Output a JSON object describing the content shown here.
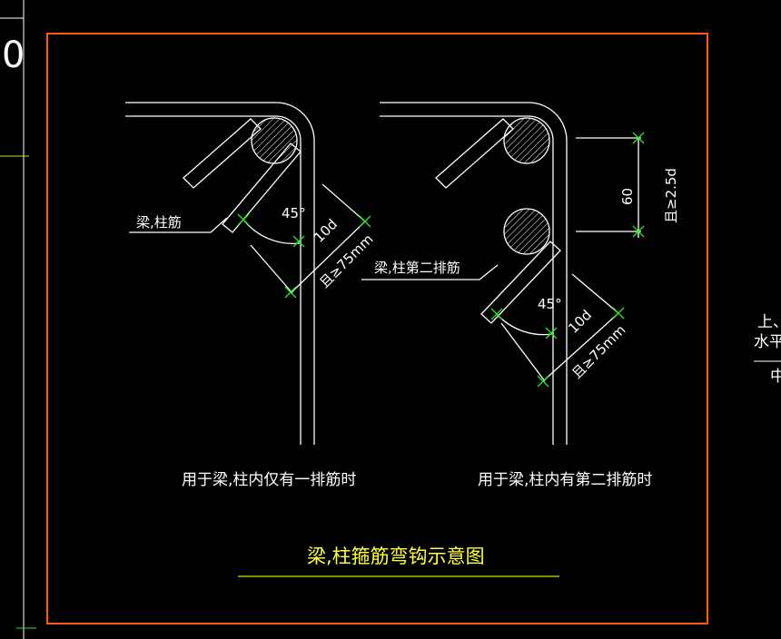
{
  "title": "梁,柱箍筋弯钩示意图",
  "left_detail": {
    "bar_label": "梁,柱筋",
    "angle_label": "45°",
    "hook_len_label": "10d",
    "hook_min_label": "且≥75mm",
    "caption": "用于梁,柱内仅有一排筋时"
  },
  "right_detail": {
    "bar_label": "梁,柱第二排筋",
    "angle_label": "45°",
    "hook_len_label": "10d",
    "hook_min_label": "且≥75mm",
    "spacing_label": "60",
    "spacing_min_label": "且≥2.5d",
    "caption": "用于梁,柱内有第二排筋时"
  },
  "edge_fragments": {
    "left_glyph": "0",
    "right_line1": "上、",
    "right_line2": "水平",
    "right_line3": "中"
  },
  "colors": {
    "background": "#000000",
    "border": "#ff5a14",
    "linework": "#ffffff",
    "title": "#ffff3c",
    "marker": "#28e628",
    "left_marks": "#c8e600"
  }
}
